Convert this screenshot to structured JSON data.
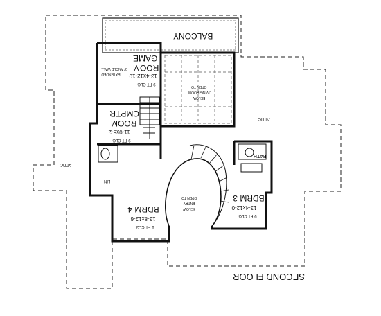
{
  "plan": {
    "floor_label": "SECOND FLOOR",
    "rooms": {
      "balcony": {
        "name": "BALCONY"
      },
      "game_room": {
        "name_line1": "GAME",
        "name_line2": "ROOM",
        "dims": "13-4x12-10",
        "ceiling": "9 FT CLG",
        "note_line1": "3' ANGLE WALL",
        "note_line2": "EXTENDED"
      },
      "cmptr_room": {
        "name_line1": "CMPTR",
        "name_line2": "ROOM",
        "dims": "11-0x8-2",
        "ceiling": "9 FT CLG"
      },
      "bdrm4": {
        "name": "BDRM 4",
        "dims": "13-8x12-6",
        "ceiling": "9 FT CLG"
      },
      "bdrm3": {
        "name": "BDRM 3",
        "dims": "13-4x12-0",
        "ceiling": "9 FT CLG"
      },
      "bath": {
        "name": "BATH"
      },
      "lin": {
        "name": "LIN"
      }
    },
    "open_areas": {
      "living_below": {
        "line1": "OPEN TO",
        "line2": "LIVING ROOM",
        "line3": "BELOW"
      },
      "entry_below": {
        "line1": "OPEN TO",
        "line2": "ENTRY",
        "line3": "BELOW"
      }
    },
    "attic_labels": [
      "ATTIC",
      "ATTIC"
    ],
    "colors": {
      "line": "#111111",
      "background": "#ffffff"
    }
  }
}
